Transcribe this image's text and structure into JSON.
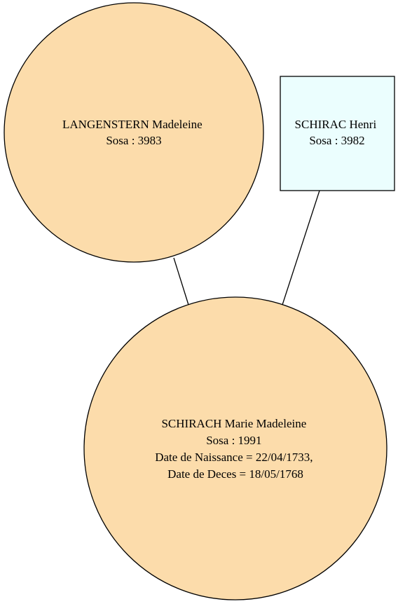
{
  "colors": {
    "female_fill": "#fcdcab",
    "male_fill": "#ebfefe",
    "stroke": "#000000",
    "background": "#ffffff"
  },
  "nodes": {
    "mother": {
      "lines": [
        "LANGENSTERN Madeleine",
        "Sosa : 3983"
      ],
      "shape": "circle"
    },
    "father": {
      "lines": [
        "SCHIRAC Henri",
        "Sosa : 3982"
      ],
      "shape": "box"
    },
    "child": {
      "lines": [
        "SCHIRACH Marie Madeleine",
        "Sosa : 1991",
        "Date de Naissance = 22/04/1733,",
        "Date de Deces = 18/05/1768"
      ],
      "shape": "circle"
    }
  }
}
